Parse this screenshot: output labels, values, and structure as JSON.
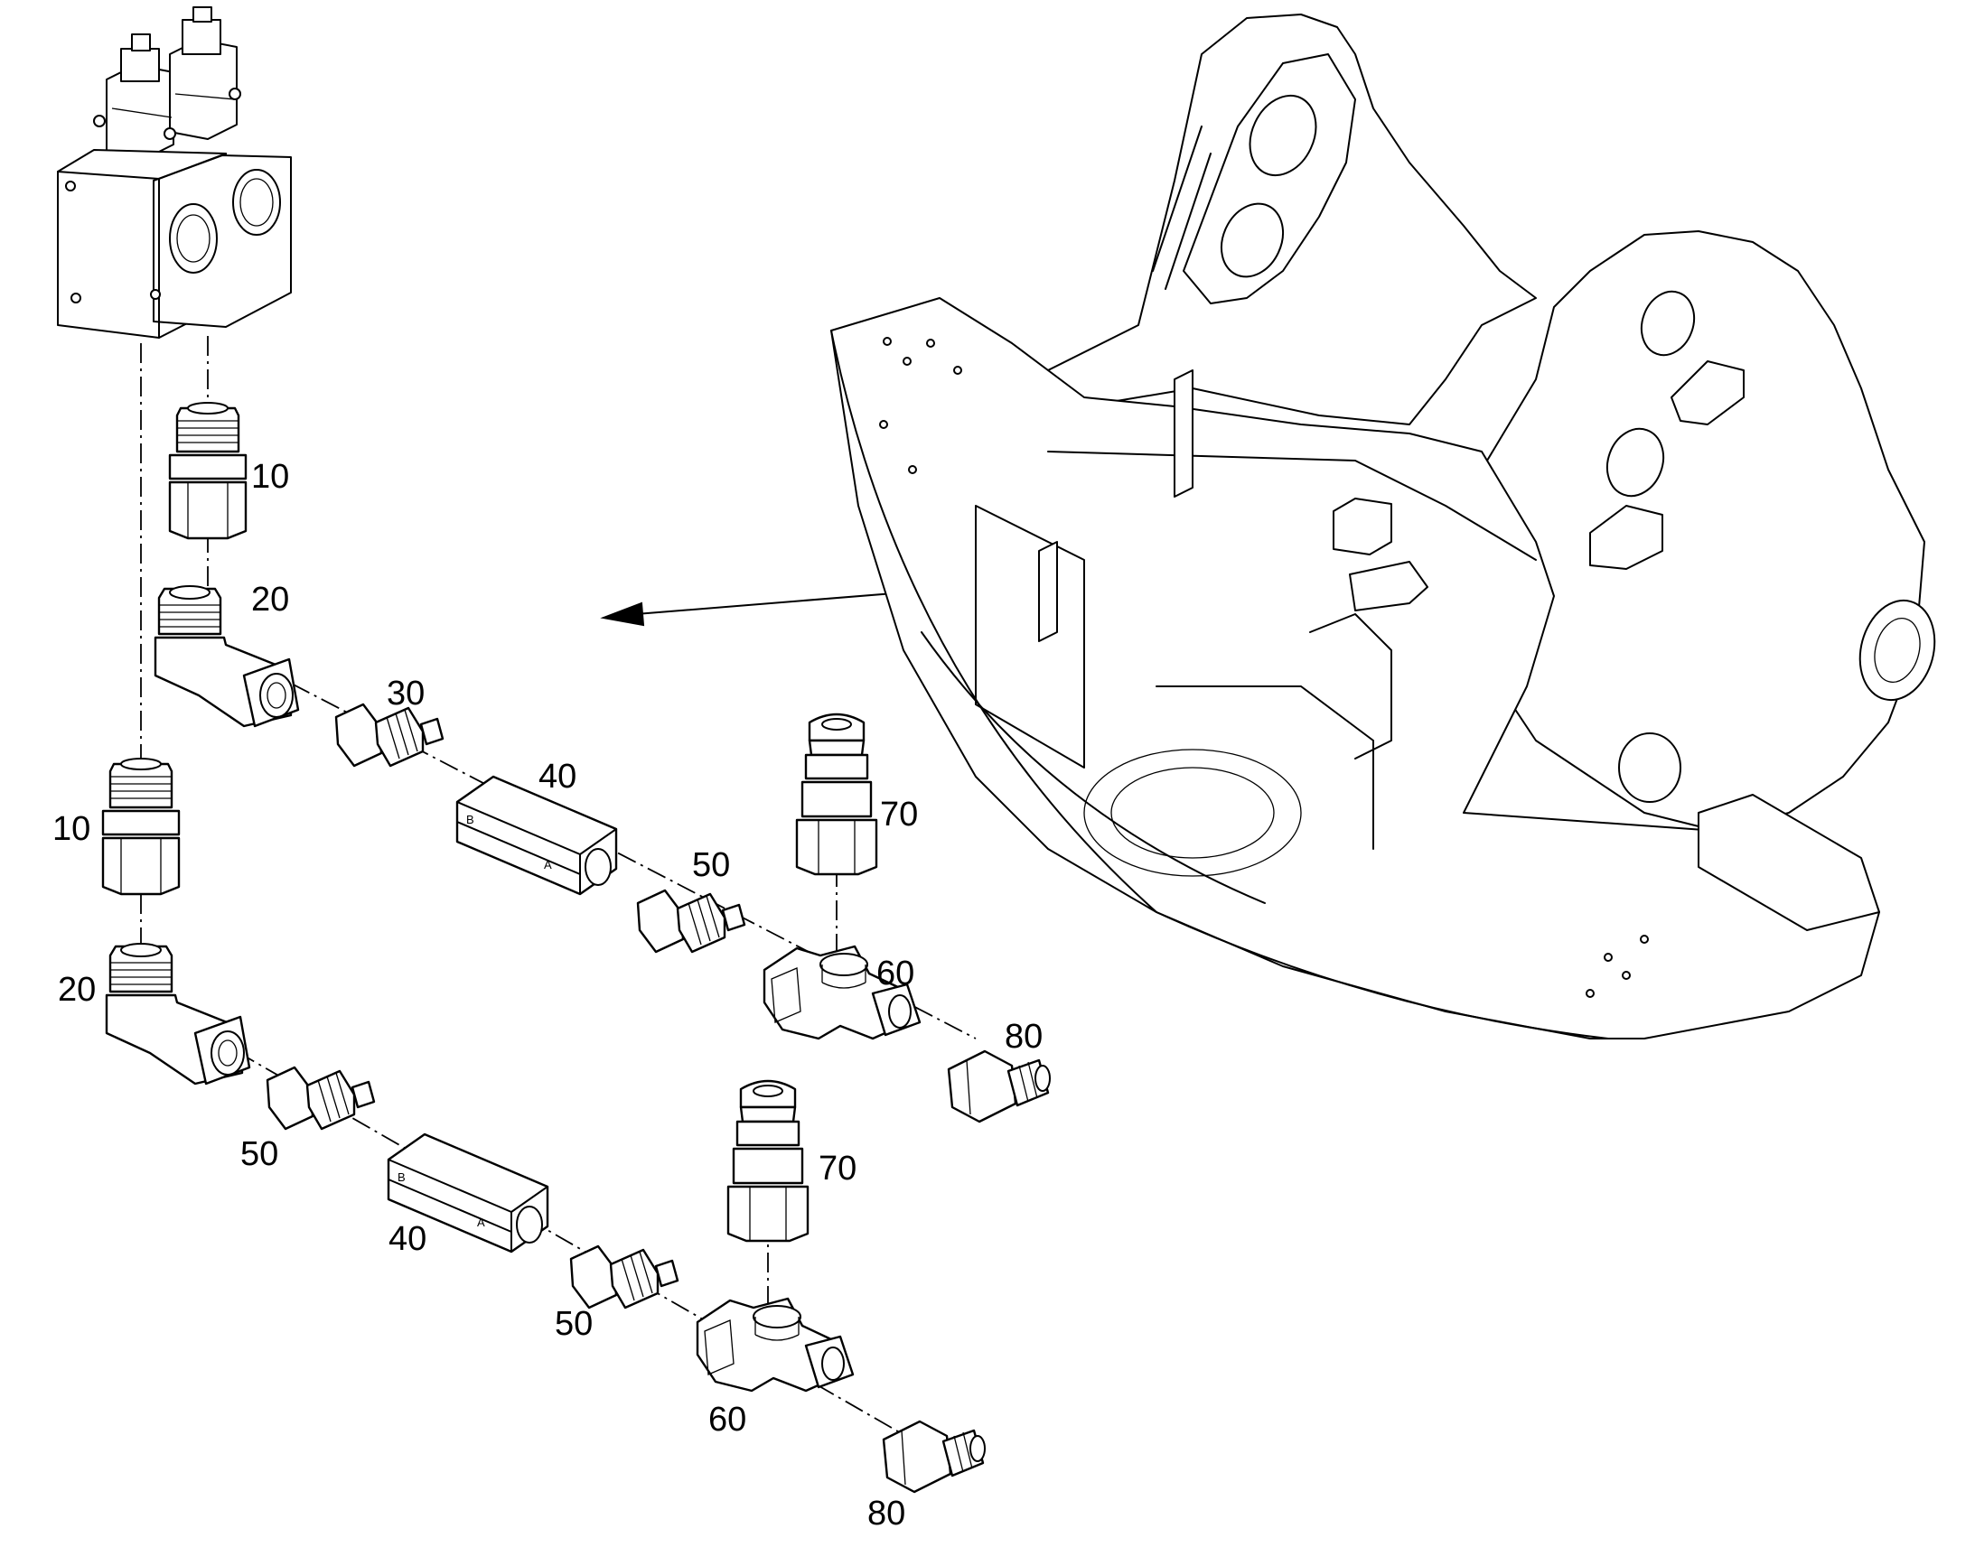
{
  "callouts": {
    "c10a": "10",
    "c20a": "20",
    "c30": "30",
    "c40a": "40",
    "c50a": "50",
    "c70a": "70",
    "c60a": "60",
    "c80a": "80",
    "c10b": "10",
    "c20b": "20",
    "c50b": "50",
    "c40b": "40",
    "c50c": "50",
    "c70b": "70",
    "c60b": "60",
    "c80b": "80"
  },
  "part_marks": {
    "port_b": "B",
    "port_a": "A"
  },
  "colors": {
    "ink": "#000000",
    "paper": "#ffffff"
  }
}
